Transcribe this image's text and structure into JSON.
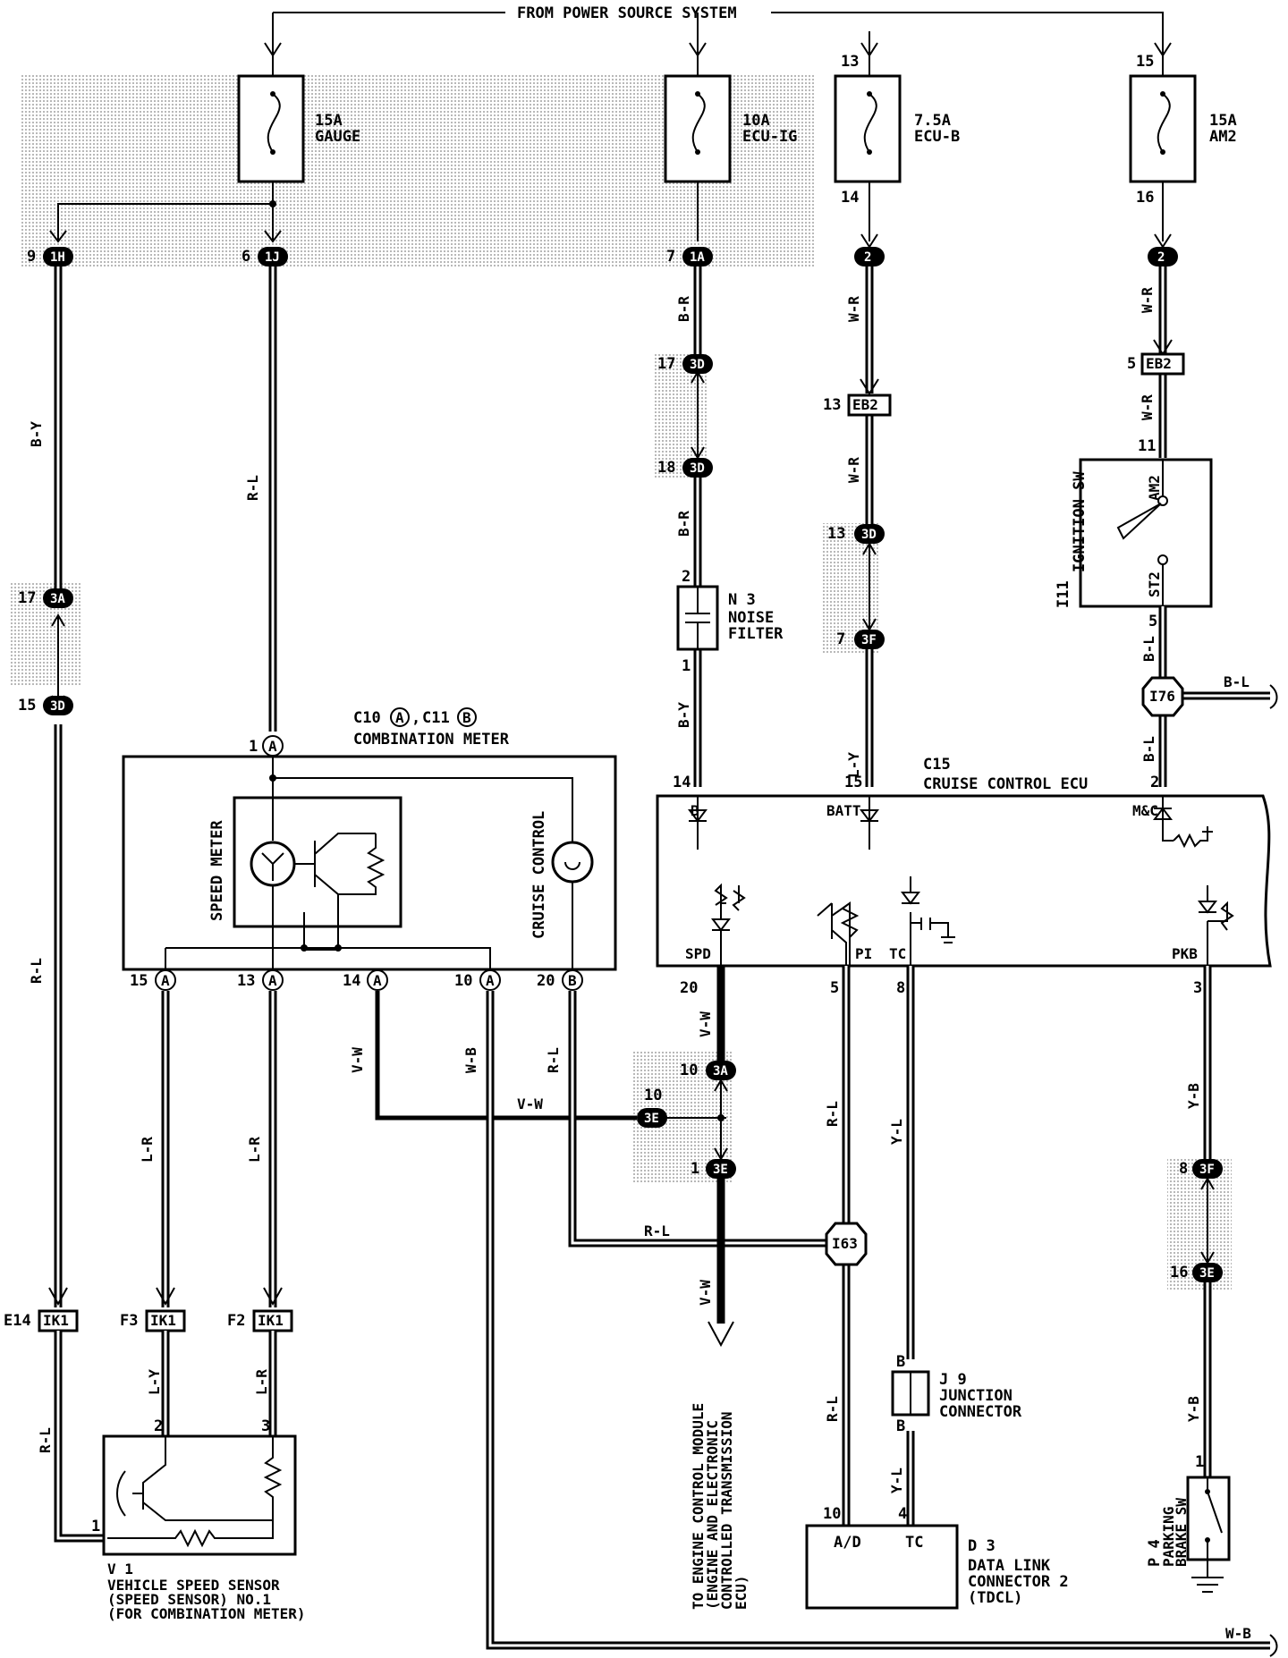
{
  "header": {
    "power_source": "FROM POWER SOURCE SYSTEM"
  },
  "fuses": [
    {
      "id": "gauge",
      "rating": "15A",
      "name": "GAUGE",
      "pin_in": "",
      "pin_out": ""
    },
    {
      "id": "ecu_ig",
      "rating": "10A",
      "name": "ECU-IG",
      "pin_in": "",
      "pin_out": ""
    },
    {
      "id": "ecu_b",
      "rating": "7.5A",
      "name": "ECU-B",
      "pin_in": "13",
      "pin_out": "14"
    },
    {
      "id": "am2",
      "rating": "15A",
      "name": "AM2",
      "pin_in": "15",
      "pin_out": "16"
    }
  ],
  "connectors": {
    "gauge_1h": {
      "pin": "9",
      "id": "1H"
    },
    "gauge_1j": {
      "pin": "6",
      "id": "1J"
    },
    "ecuig_1a": {
      "pin": "7",
      "id": "1A"
    },
    "ecub_2": {
      "pin": "",
      "id": "2"
    },
    "am2_2": {
      "pin": "",
      "id": "2"
    },
    "am2_eb2": {
      "pin": "5",
      "id": "EB2"
    },
    "ecub_eb2": {
      "pin": "13",
      "id": "EB2"
    },
    "jc_3d_17": {
      "pin": "17",
      "id": "3D"
    },
    "jc_3d_18": {
      "pin": "18",
      "id": "3D"
    },
    "jc_3d_13": {
      "pin": "13",
      "id": "3D"
    },
    "jc_3f_7": {
      "pin": "7",
      "id": "3F"
    },
    "jc_3a_17": {
      "pin": "17",
      "id": "3A"
    },
    "jc_3d_15": {
      "pin": "15",
      "id": "3D"
    },
    "jc_3a_10": {
      "pin": "10",
      "id": "3A"
    },
    "jc_3e_10": {
      "pin": "10",
      "id": "3E"
    },
    "jc_3e_1": {
      "pin": "1",
      "id": "3E"
    },
    "jc_3f_8": {
      "pin": "8",
      "id": "3F"
    },
    "jc_3e_16": {
      "pin": "16",
      "id": "3E"
    },
    "i76": "I76",
    "i63": "I63",
    "ik1_e14": {
      "pin": "E14",
      "id": "IK1"
    },
    "ik1_f3": {
      "pin": "F3",
      "id": "IK1"
    },
    "ik1_f2": {
      "pin": "F2",
      "id": "IK1"
    }
  },
  "wire_colors": {
    "b_y": "B-Y",
    "r_l": "R-L",
    "b_r": "B-R",
    "w_r": "W-R",
    "l_y": "L-Y",
    "b_l": "B-L",
    "v_w": "V-W",
    "w_b": "W-B",
    "l_r": "L-R",
    "y_l": "Y-L",
    "y_b": "Y-B"
  },
  "combination_meter": {
    "code": "C10",
    "code_a": "A",
    "sep": ",",
    "code2": "C11",
    "code_b": "B",
    "title": "COMBINATION METER",
    "speed_meter": "SPEED METER",
    "cruise_control": "CRUISE CONTROL",
    "pins": {
      "p1": "1",
      "p15": "15",
      "p13": "13",
      "p14": "14",
      "p10": "10",
      "p20": "20"
    }
  },
  "cruise_ecu": {
    "code": "C15",
    "title": "CRUISE CONTROL ECU",
    "terminals": {
      "b": "B",
      "batt": "BATT",
      "mc": "M&C",
      "spd": "SPD",
      "pi": "PI",
      "tc": "TC",
      "pkb": "PKB"
    },
    "pins": {
      "p14": "14",
      "p15": "15",
      "p2": "2",
      "p20": "20",
      "p5": "5",
      "p8": "8",
      "p3": "3"
    }
  },
  "ignition_sw": {
    "code": "I11",
    "name": "IGNITION SW",
    "am2": "AM2",
    "st2": "ST2",
    "pin_top": "11",
    "pin_bottom": "5"
  },
  "noise_filter": {
    "code": "N 3",
    "line1": "NOISE",
    "line2": "FILTER",
    "pin_top": "2",
    "pin_bottom": "1"
  },
  "vss": {
    "code": "V 1",
    "line1": "VEHICLE SPEED SENSOR",
    "line2": "(SPEED SENSOR) NO.1",
    "line3": "(FOR COMBINATION METER)",
    "pin2": "2",
    "pin3": "3",
    "pin1": "1"
  },
  "ecm_note": {
    "line1": "TO ENGINE CONTROL MODULE",
    "line2": "(ENGINE AND ELECTRONIC",
    "line3": "CONTROLLED TRANSMISSION",
    "line4": "ECU)"
  },
  "junction_connector": {
    "code": "J 9",
    "line1": "JUNCTION",
    "line2": "CONNECTOR",
    "pin_top": "B",
    "pin_bottom": "B"
  },
  "dlc": {
    "code": "D 3",
    "line1": "DATA LINK",
    "line2": "CONNECTOR 2",
    "line3": "(TDCL)",
    "ad": "A/D",
    "tc": "TC",
    "pin10": "10",
    "pin4": "4"
  },
  "parking_brake": {
    "code": "P 4",
    "line1": "PARKING",
    "line2": "BRAKE SW",
    "pin": "1"
  }
}
